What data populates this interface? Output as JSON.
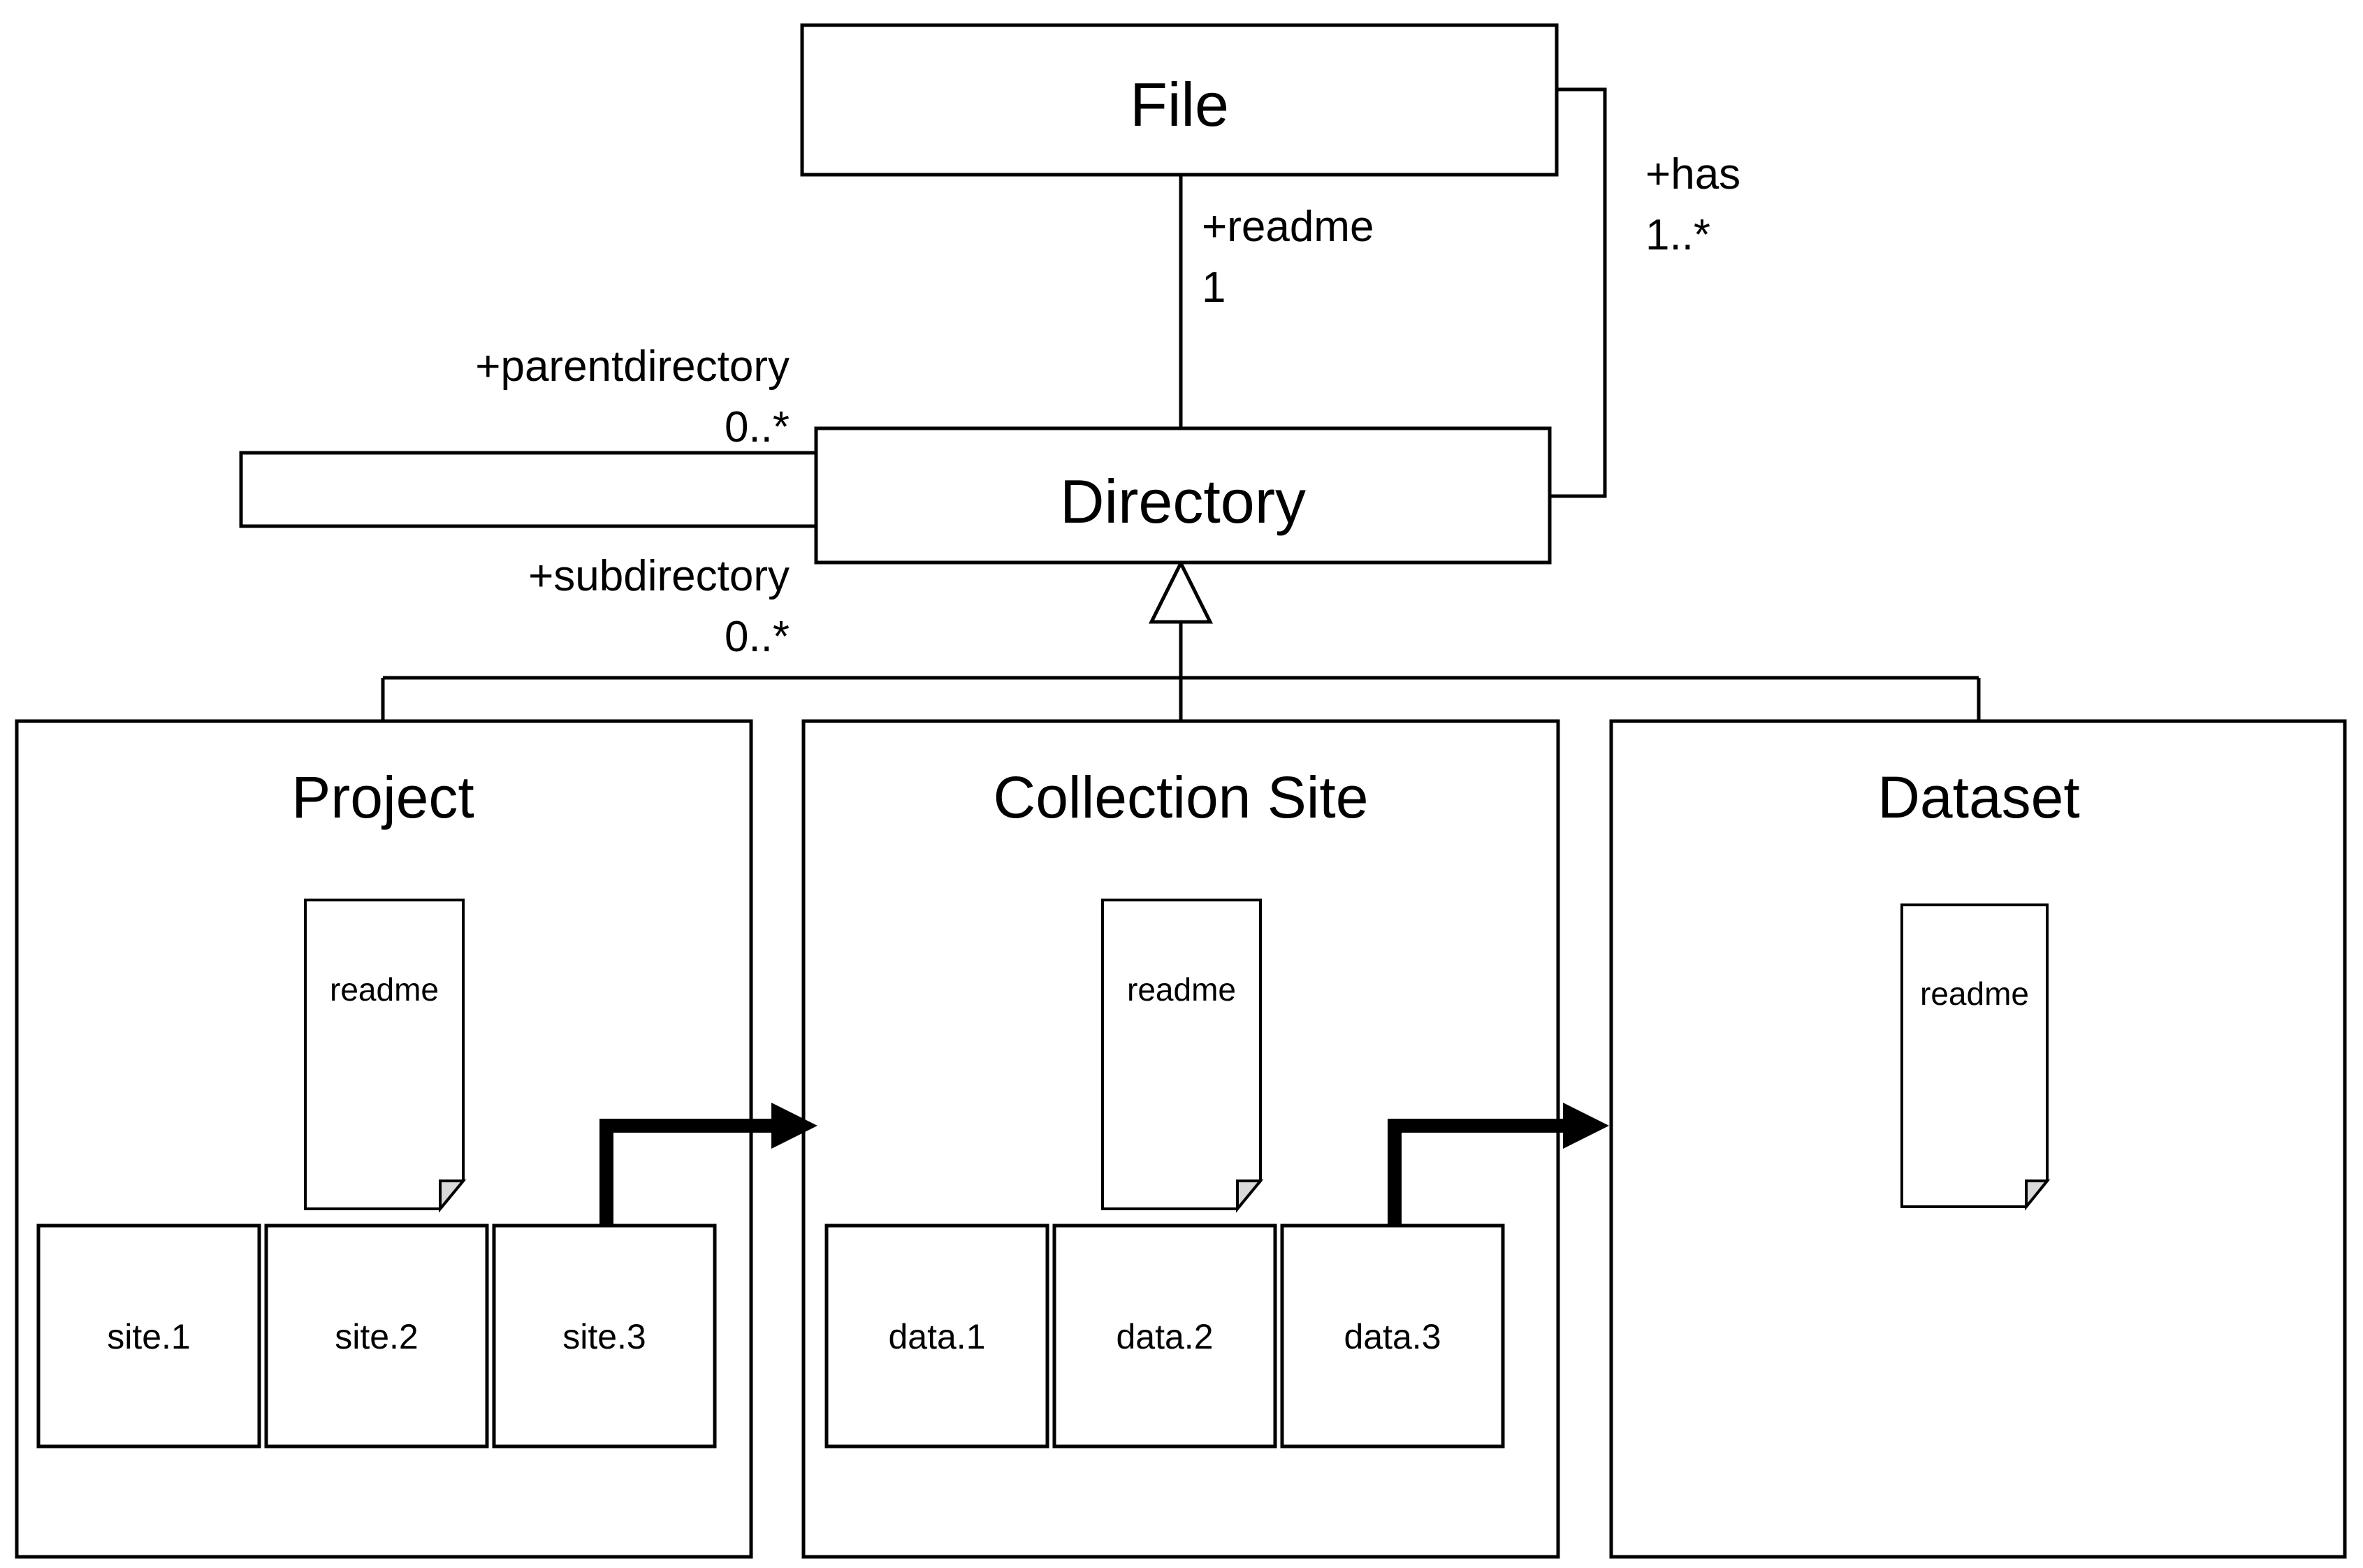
{
  "diagram": {
    "title_classes": {
      "file": "File",
      "directory": "Directory",
      "project": "Project",
      "collection_site": "Collection Site",
      "dataset": "Dataset"
    },
    "associations": [
      {
        "id": "readme",
        "role": "+readme",
        "multiplicity": "1",
        "from": "Directory",
        "to": "File"
      },
      {
        "id": "has",
        "role": "+has",
        "multiplicity": "1..*",
        "from": "Directory",
        "to": "File"
      },
      {
        "id": "parentdirectory",
        "role": "+parentdirectory",
        "multiplicity": "0..*",
        "from": "Directory",
        "to": "Directory"
      },
      {
        "id": "subdirectory",
        "role": "+subdirectory",
        "multiplicity": "0..*",
        "from": "Directory",
        "to": "Directory"
      }
    ],
    "generalization": {
      "parent": "Directory",
      "children": [
        "Project",
        "Collection Site",
        "Dataset"
      ]
    },
    "readme_icons": {
      "project": "readme",
      "collection_site": "readme",
      "dataset": "readme"
    },
    "project_children": [
      "site.1",
      "site.2",
      "site.3"
    ],
    "collection_site_children": [
      "data.1",
      "data.2",
      "data.3"
    ],
    "dataset_children": [],
    "flow_arrows": [
      {
        "from": "site.3",
        "to": "Collection Site"
      },
      {
        "from": "data.3",
        "to": "Dataset"
      }
    ],
    "colors": {
      "stroke": "#000000",
      "fill": "#ffffff",
      "fold": "#d9d9d9"
    }
  }
}
